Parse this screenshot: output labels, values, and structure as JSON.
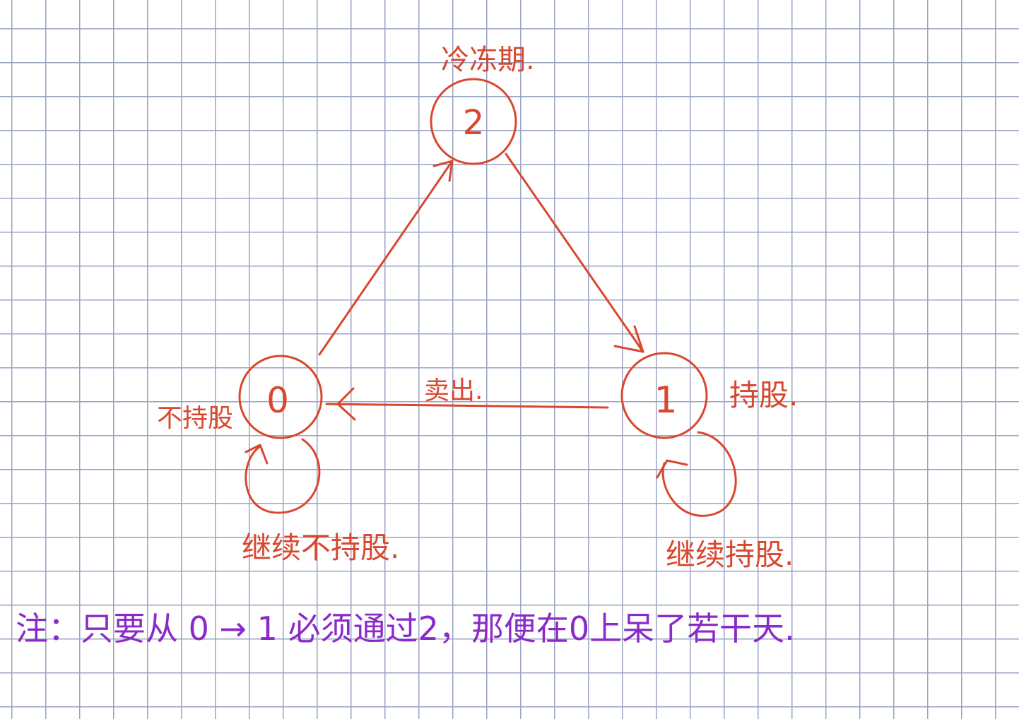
{
  "diagram": {
    "nodes": [
      {
        "id": "2",
        "label": "2",
        "caption": "冷冻期."
      },
      {
        "id": "0",
        "label": "0",
        "caption": "不持股"
      },
      {
        "id": "1",
        "label": "1",
        "caption": "持股."
      }
    ],
    "edges": [
      {
        "from": "0",
        "to": "2",
        "label": ""
      },
      {
        "from": "2",
        "to": "1",
        "label": ""
      },
      {
        "from": "1",
        "to": "0",
        "label": "卖出."
      },
      {
        "from": "0",
        "to": "0",
        "label": "继续不持股."
      },
      {
        "from": "1",
        "to": "1",
        "label": "继续持股."
      }
    ],
    "note": "注：只要从 0 → 1 必须通过2，那便在0上呆了若干天.",
    "colors": {
      "diagram": "#d9472e",
      "note": "#8a2bc9",
      "grid": "#9aa3c4"
    }
  }
}
